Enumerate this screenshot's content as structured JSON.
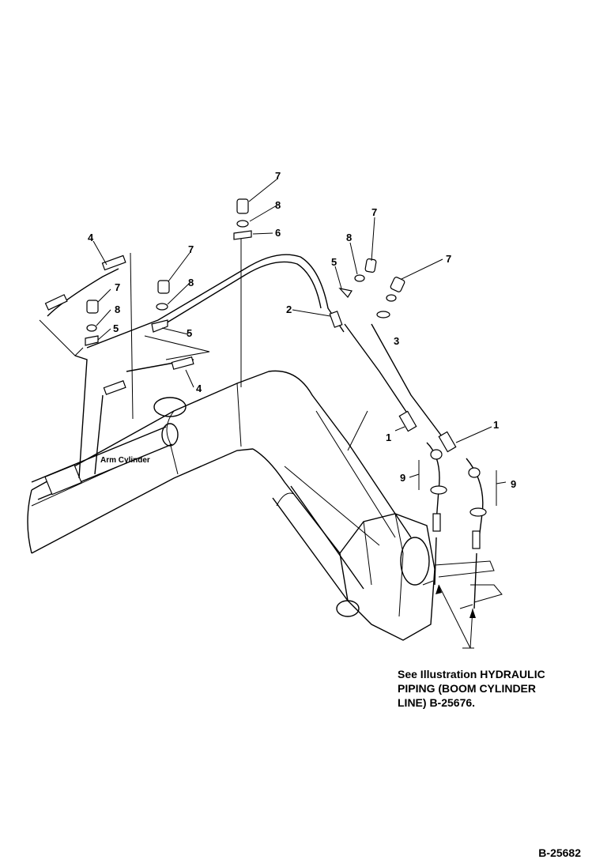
{
  "callouts": {
    "c1a": "1",
    "c1b": "1",
    "c2": "2",
    "c3": "3",
    "c4a": "4",
    "c4b": "4",
    "c5a": "5",
    "c5b": "5",
    "c5c": "5",
    "c6": "6",
    "c7a": "7",
    "c7b": "7",
    "c7c": "7",
    "c7d": "7",
    "c7e": "7",
    "c8a": "8",
    "c8b": "8",
    "c8c": "8",
    "c8d": "8",
    "c9a": "9",
    "c9b": "9"
  },
  "labels": {
    "arm_cylinder": "Arm Cylinder"
  },
  "note": "See Illustration HYDRAULIC\nPIPING (BOOM CYLINDER\nLINE) B-25676.",
  "figure_id": "B-25682"
}
